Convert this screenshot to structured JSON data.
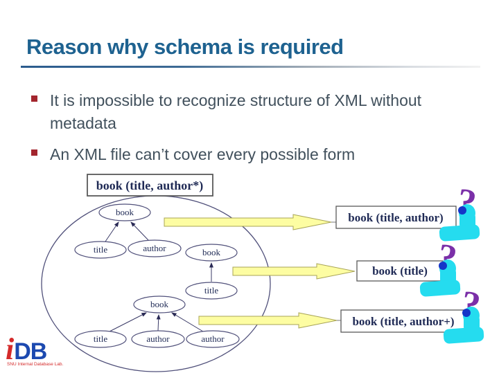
{
  "slide": {
    "title": "Reason why schema is required",
    "bullets": [
      {
        "text": "It is impossible to recognize structure of XML without metadata"
      },
      {
        "text": "An XML file can’t cover every possible form"
      }
    ]
  },
  "diagram": {
    "schema_box": "book (title, author*)",
    "trees": [
      {
        "root": "book",
        "children": [
          "title",
          "author"
        ]
      },
      {
        "root": "book",
        "children": [
          "title"
        ]
      },
      {
        "root": "book",
        "children": [
          "title",
          "author",
          "author"
        ]
      }
    ],
    "results": [
      "book (title, author)",
      "book (title)",
      "book (title, author+)"
    ]
  },
  "logo": {
    "i": "i",
    "db": "DB",
    "subtitle": "SNU Internal Database Lab."
  },
  "icons": {
    "question_person": "question-person-icon",
    "arrow_right": "block-arrow-right-icon"
  },
  "colors": {
    "title_text": "#1E6290",
    "bullet_marker": "#A3262E",
    "body_text": "#41505C",
    "diagram_stroke": "#50507A",
    "diagram_text": "#1F2A55",
    "arrow_fill": "#FDFDA2",
    "arrow_stroke": "#A8A457",
    "figure_cyan": "#25DCEF",
    "figure_purple": "#7B2FA8",
    "figure_dot": "#1535C8",
    "logo_red": "#D42A2A",
    "logo_blue": "#1C49B0"
  }
}
